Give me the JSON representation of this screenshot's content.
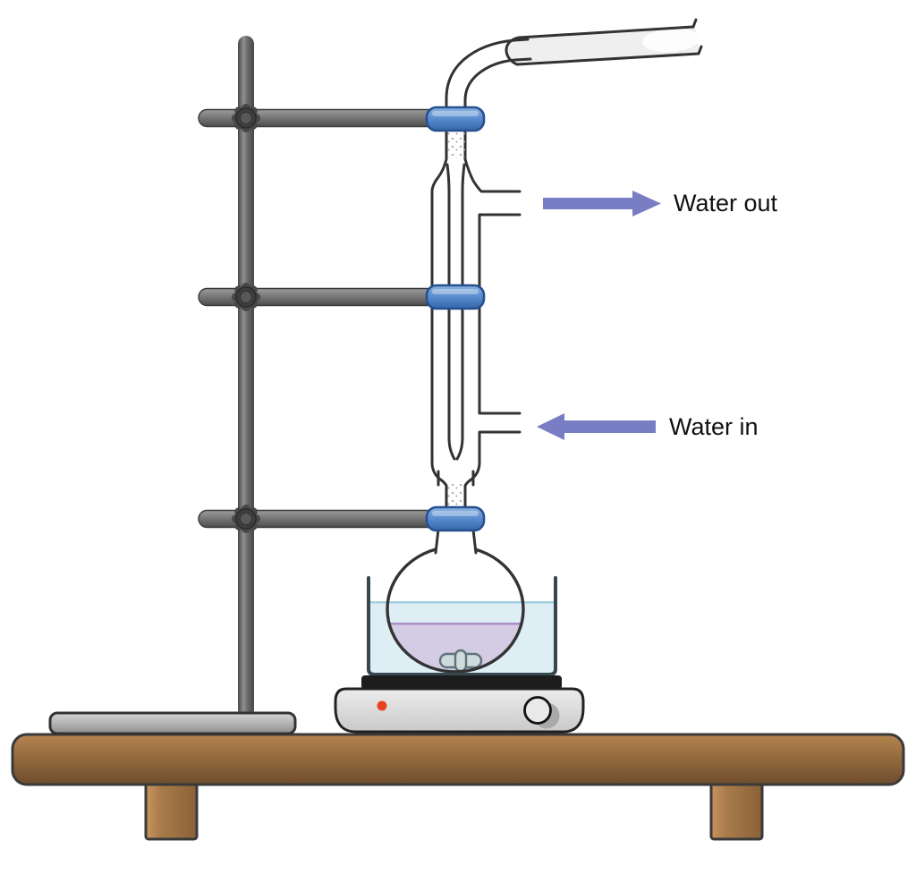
{
  "title": "Reflux heating apparatus with condenser, round-bottom flask, water bath and magnetic hotplate stirrer",
  "labels": {
    "water_out": "Water out",
    "water_in": "Water in"
  },
  "colors": {
    "arrow": "#797ec4",
    "glass": "#333333",
    "clampLight": "#8db3e2",
    "clampMid": "#5b8fd0",
    "clampDark": "#3566ab",
    "clampBorder": "#27508f",
    "bathWater": "#ddeef5",
    "bathLine": "#a5cfde",
    "bathWall": "#37474f",
    "flaskLiquid": "#d4cce4",
    "flaskLiquidLine": "#ad8fc6",
    "stirBar": "#cfdbdb",
    "stirBarEdge": "#5f737b",
    "steelLight": "#9c9c9c",
    "steelDark": "#474747",
    "knobGray": "#3e3e3e",
    "baseGray": "#c9c9c9",
    "plateBlack": "#1c1c1c",
    "hotplateLight": "#ececec",
    "hotplateDark": "#c9c9c9",
    "indicatorRed": "#e8431f",
    "tableLight": "#b5854f",
    "tableDark": "#6e4c2c",
    "legLight": "#c9945c",
    "legDark": "#8a6137",
    "outline": "#3a3a3a"
  }
}
